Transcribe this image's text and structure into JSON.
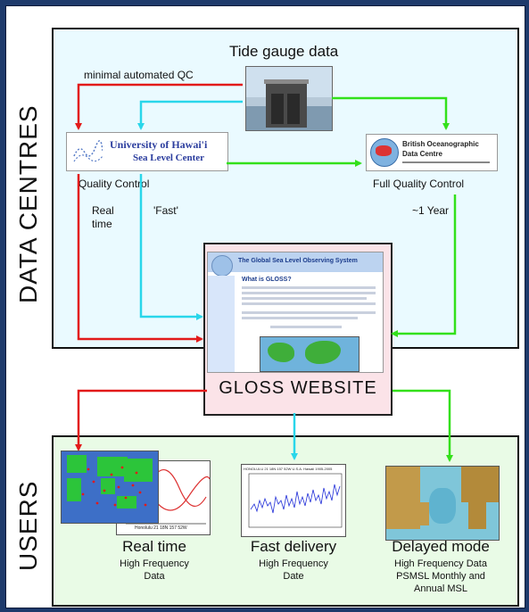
{
  "labels": {
    "data_centres": "DATA CENTRES",
    "users": "USERS",
    "tide_gauge": "Tide gauge data",
    "minimal_qc": "minimal automated QC",
    "quality_control": "Quality Control",
    "full_quality_control": "Full Quality Control",
    "real_time": "Real",
    "real_time_2": "time",
    "fast": "'Fast'",
    "one_year": "~1 Year",
    "gloss_website": "GLOSS WEBSITE",
    "uh_logo_line1": "University of Hawai'i",
    "uh_logo_line2": "Sea Level Center",
    "bodc_line1": "British Oceanographic",
    "bodc_line2": "Data Centre",
    "web_banner": "The Global Sea Level Observing System",
    "web_heading": "What is GLOSS?"
  },
  "outputs": [
    {
      "title": "Real time",
      "line1": "High Frequency",
      "line2": "Data",
      "line3": ""
    },
    {
      "title": "Fast delivery",
      "line1": "High Frequency",
      "line2": "Date",
      "line3": ""
    },
    {
      "title": "Delayed mode",
      "line1": "High Frequency Data",
      "line2": "PSMSL Monthly and",
      "line3": "Annual MSL"
    }
  ],
  "thumbs": {
    "fast_title": "HONOLULU 21 18N 157 52W U.S.A. Hawaii 1905-2005",
    "rt_caption": "Honolulu   21 18N 157 52W"
  },
  "colors": {
    "red": "#e21a1a",
    "cyan": "#29d6ea",
    "green": "#33e01a"
  }
}
